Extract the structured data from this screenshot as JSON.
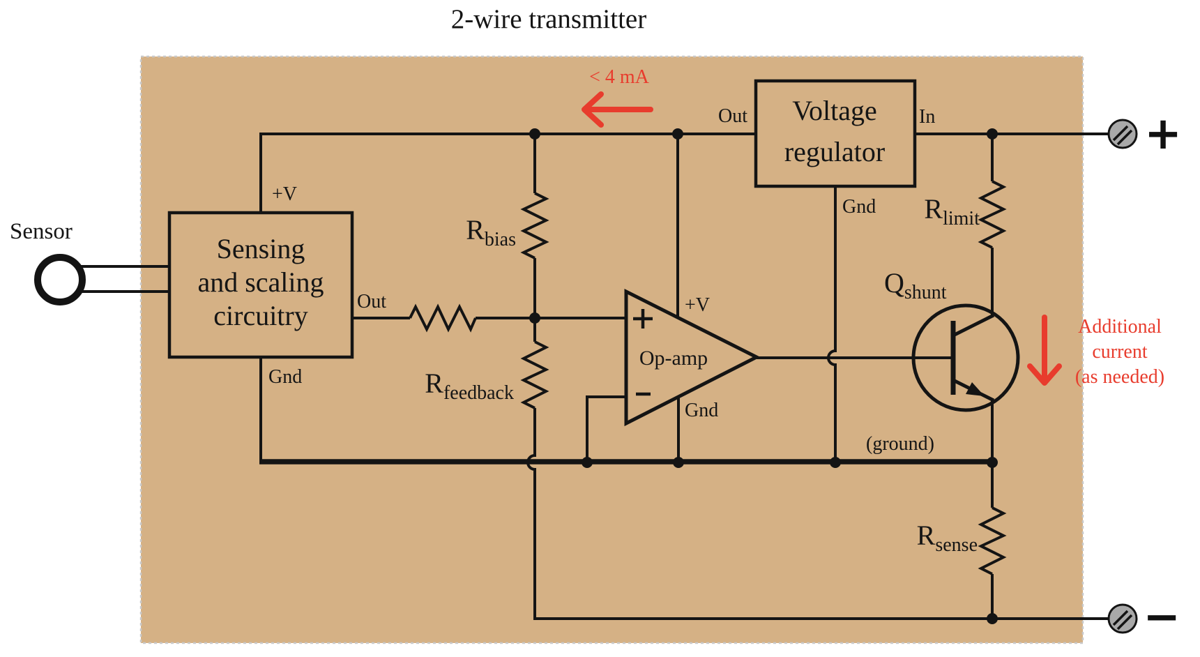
{
  "title": "2-wire transmitter",
  "colors": {
    "enclosure": "#d5b185",
    "accent": "#e83c2d",
    "terminal": "#a9a9a9",
    "line": "#141414"
  },
  "sensor": {
    "label": "Sensor"
  },
  "sensing_box": {
    "line1": "Sensing",
    "line2": "and scaling",
    "line3": "circuitry",
    "top_port": "+V",
    "bottom_port": "Gnd",
    "out_port": "Out"
  },
  "regulator": {
    "line1": "Voltage",
    "line2": "regulator",
    "left_port": "Out",
    "right_port": "In",
    "bottom_port": "Gnd"
  },
  "opamp": {
    "label": "Op-amp",
    "plus_input": "+",
    "minus_input": "-",
    "top_port": "+V",
    "bottom_port": "Gnd"
  },
  "resistors": {
    "bias": {
      "symbol": "R",
      "sub": "bias"
    },
    "feedback": {
      "symbol": "R",
      "sub": "feedback"
    },
    "limit": {
      "symbol": "R",
      "sub": "limit"
    },
    "sense": {
      "symbol": "R",
      "sub": "sense"
    }
  },
  "transistor": {
    "symbol": "Q",
    "sub": "shunt"
  },
  "notes": {
    "loop_current": "< 4 mA",
    "ground": "(ground)",
    "additional": [
      "Additional",
      "current",
      "(as needed)"
    ]
  },
  "terminals": {
    "positive": "+",
    "negative": "−"
  }
}
